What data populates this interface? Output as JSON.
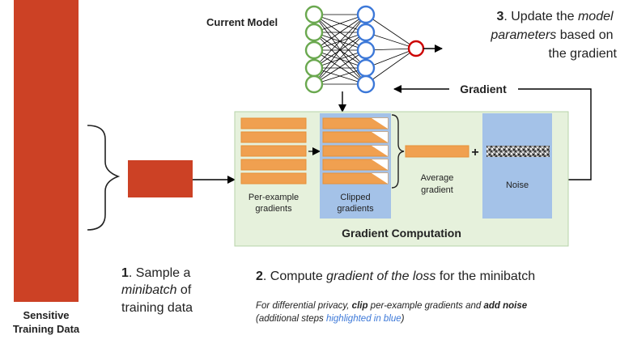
{
  "labels": {
    "current_model": "Current Model",
    "sensitive_data_line1": "Sensitive",
    "sensitive_data_line2": "Training Data",
    "gradient_arrow": "Gradient",
    "per_example_line1": "Per-example",
    "per_example_line2": "gradients",
    "clipped_line1": "Clipped",
    "clipped_line2": "gradients",
    "average_line1": "Average",
    "average_line2": "gradient",
    "plus": "+",
    "noise": "Noise",
    "gradient_computation": "Gradient Computation"
  },
  "steps": {
    "step1": {
      "num": "1",
      "line1_rest": ". Sample a",
      "line2": "minibatch",
      "line2_rest": " of",
      "line3": "training data"
    },
    "step2": {
      "num": "2",
      "pre": ". Compute ",
      "em": "gradient of the loss",
      "post": " for the minibatch"
    },
    "step3": {
      "num": "3",
      "line1_rest": ". Update the ",
      "line1_em": "model",
      "line2_em": "parameters",
      "line2_rest": " based on",
      "line3": "the gradient"
    }
  },
  "note": {
    "line1_a": "For differential privacy, ",
    "line1_b": "clip",
    "line1_c": " per-example gradients and ",
    "line1_d": "add noise",
    "line2_a": "(additional steps ",
    "line2_b": "highlighted in blue",
    "line2_c": ")"
  },
  "colors": {
    "sensitive_red": "#cc4125",
    "minibatch_red": "#cc4125",
    "orange": "#f0a050",
    "orange_dark": "#e69138",
    "blue_panel": "#a4c2e8",
    "green_panel": "#e6f1dc",
    "green_border": "#b7d3a8",
    "input_node": "#6aa84f",
    "hidden_node": "#3c78d8",
    "output_node": "#cc0000",
    "note_blue": "#3c78d8"
  }
}
